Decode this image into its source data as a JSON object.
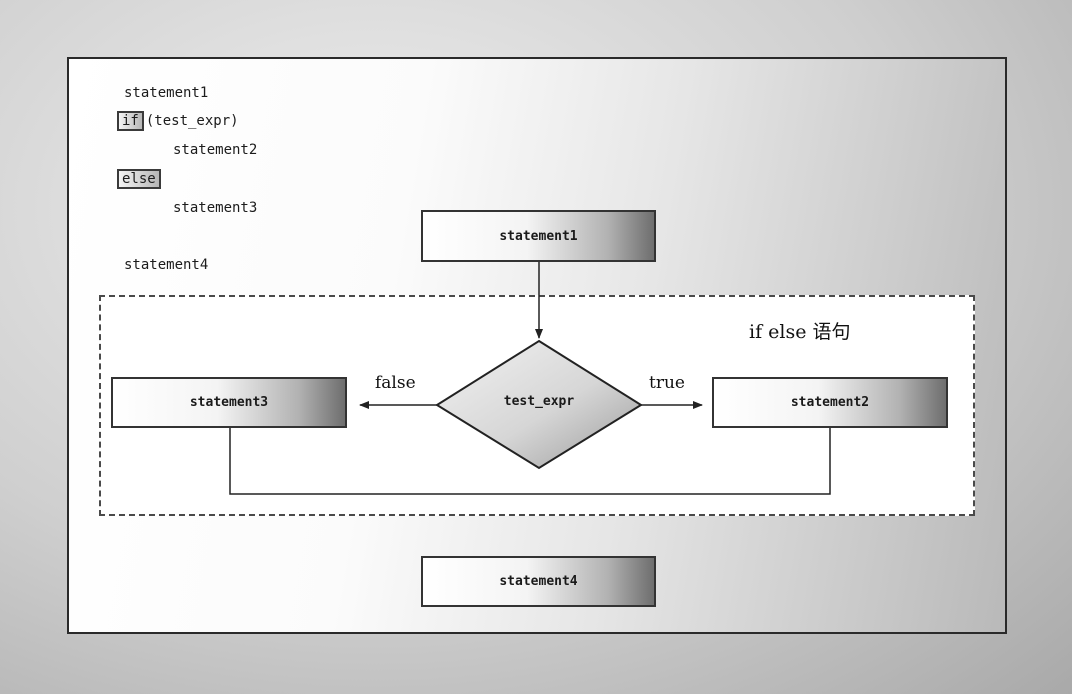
{
  "code": {
    "line1": "statement1",
    "if_keyword": "if",
    "condition": "(test_expr)",
    "line3": "statement2",
    "else_keyword": "else",
    "line5": "statement3",
    "line6": "statement4"
  },
  "flowchart": {
    "region_title": "if else 语句",
    "start_box": "statement1",
    "decision": "test_expr",
    "true_label": "true",
    "false_label": "false",
    "true_box": "statement2",
    "false_box": "statement3",
    "end_box": "statement4"
  }
}
